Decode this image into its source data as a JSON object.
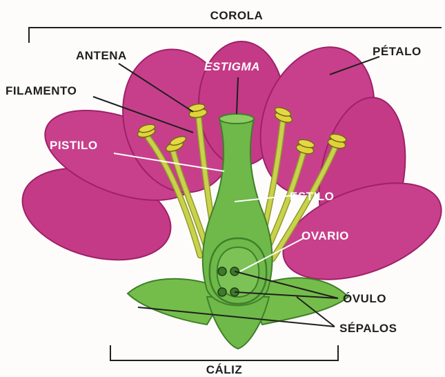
{
  "labels": {
    "corola": "COROLA",
    "antena": "ANTENA",
    "estigma": "ESTIGMA",
    "petalo": "PÉTALO",
    "filamento": "FILAMENTO",
    "pistilo": "PISTILO",
    "estilo": "ESTILO",
    "ovario": "OVARIO",
    "ovulo": "ÓVULO",
    "sepalos": "SÉPALOS",
    "caliz": "CÁLIZ"
  },
  "colors": {
    "petal": "#c43a86",
    "petal_dark": "#9e2068",
    "pistil": "#6fb84a",
    "pistil_dark": "#3f7f2a",
    "anther": "#e2d23a",
    "stamen": "#b8c23a",
    "leader_line": "#1f1f1f",
    "leader_line_light": "#ffffff"
  }
}
